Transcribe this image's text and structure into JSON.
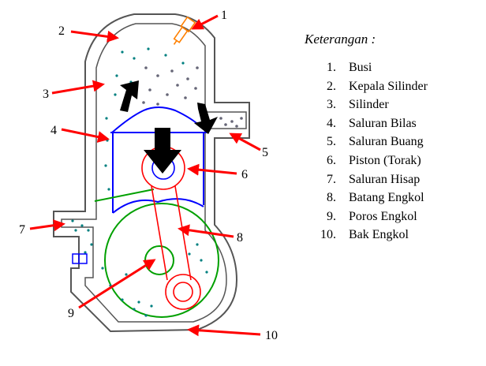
{
  "legend": {
    "title": "Keterangan :",
    "items": [
      {
        "num": "1.",
        "label": "Busi"
      },
      {
        "num": "2.",
        "label": "Kepala Silinder"
      },
      {
        "num": "3.",
        "label": "Silinder"
      },
      {
        "num": "4.",
        "label": "Saluran Bilas"
      },
      {
        "num": "5.",
        "label": "Saluran Buang"
      },
      {
        "num": "6.",
        "label": "Piston (Torak)"
      },
      {
        "num": "7.",
        "label": "Saluran Hisap"
      },
      {
        "num": "8.",
        "label": "Batang Engkol"
      },
      {
        "num": "9.",
        "label": "Poros Engkol"
      },
      {
        "num": "10.",
        "label": "Bak Engkol"
      }
    ]
  },
  "callouts": [
    "1",
    "2",
    "3",
    "4",
    "5",
    "6",
    "7",
    "8",
    "9",
    "10"
  ],
  "colors": {
    "arrow": "#ff0000",
    "body_outline": "#555555",
    "cylinder_wall": "#0000ff",
    "crank_circle": "#00a000",
    "connecting_rod": "#ff0000",
    "spark_plug": "#ff8000",
    "mixture_dots": "#008080",
    "exhaust_dots": "#666677",
    "flow_arrow": "#000000"
  }
}
